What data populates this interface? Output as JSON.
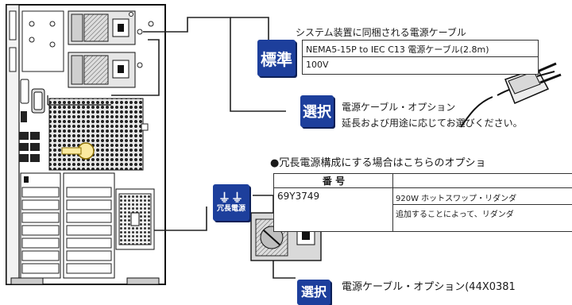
{
  "standard_section": {
    "title": "システム装置に同梱される電源ケーブル",
    "badge": "標準",
    "cable_name": "NEMA5-15P to IEC C13 電源ケーブル(2.8m)",
    "voltage": "100V"
  },
  "option_section": {
    "badge": "選択",
    "title": "電源ケーブル・オプション",
    "description": "延長および用途に応じてお選びください。"
  },
  "redundant_section": {
    "heading": "●冗長電源構成にする場合はこちらのオプショ",
    "badge": "冗長電源",
    "table_header": "番 号",
    "part_number": "69Y3749",
    "product_name": "920W ホットスワップ・リダンダ",
    "product_note": "追加することによって、リダンダ"
  },
  "bottom_section": {
    "badge": "選択",
    "text": "電源ケーブル・オプション(44X0381"
  },
  "colors": {
    "badge_blue": "#1d3f9c",
    "line_color": "#222222",
    "panel_gray": "#e6e6e6"
  }
}
